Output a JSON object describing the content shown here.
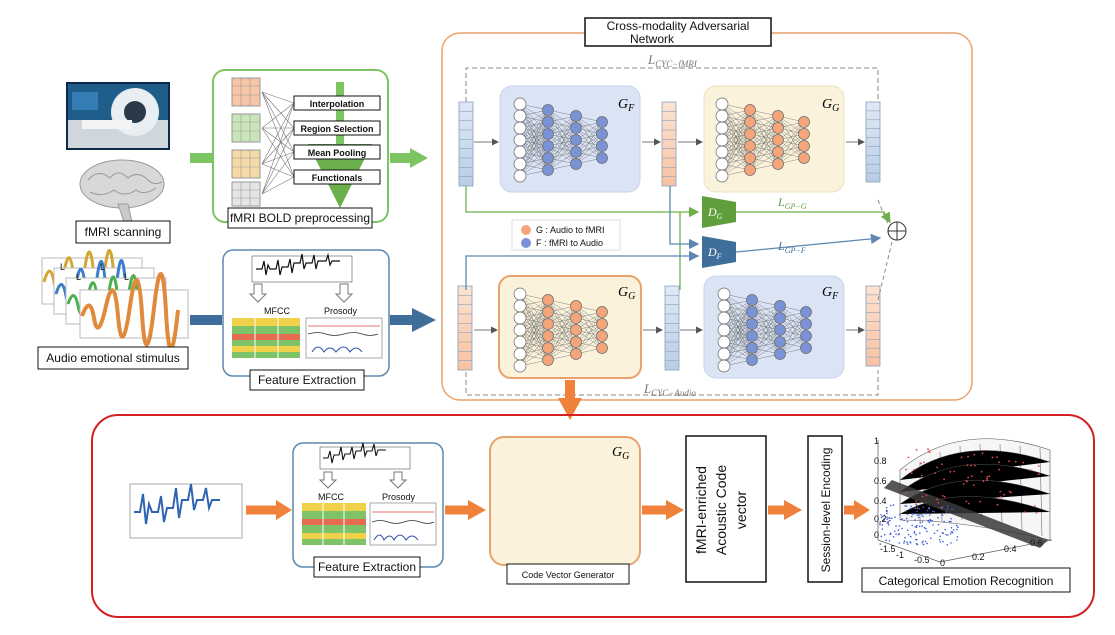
{
  "title": {
    "line1": "Cross-modality Adversarial",
    "line2": "Network"
  },
  "fmri": {
    "scanning_label": "fMRI scanning",
    "preprocessing_label": "fMRI BOLD preprocessing",
    "steps": [
      "Interpolation",
      "Region Selection",
      "Mean Pooling",
      "Functionals"
    ]
  },
  "audio": {
    "stimulus_label": "Audio emotional stimulus",
    "feature_extraction_label": "Feature Extraction",
    "mfcc_label": "MFCC",
    "prosody_label": "Prosody",
    "stacked_panel_letters": [
      "L",
      "L",
      "L",
      "L"
    ]
  },
  "network": {
    "gf": {
      "main": "G",
      "sub": "F"
    },
    "gg": {
      "main": "G",
      "sub": "G"
    },
    "dg": {
      "main": "D",
      "sub": "G"
    },
    "df": {
      "main": "D",
      "sub": "F"
    },
    "loss_cyc_fmri": {
      "main": "L",
      "sub": "CYC−fMRI"
    },
    "loss_cyc_audio": {
      "main": "L",
      "sub": "CYC−Audio"
    },
    "loss_gp_g": {
      "main": "L",
      "sub": "GP−G"
    },
    "loss_gp_f": {
      "main": "L",
      "sub": "GP−F"
    },
    "legend_g": "G : Audio to fMRI",
    "legend_f": "F : fMRI to Audio",
    "colors": {
      "orange": "#f5a57a",
      "blue": "#7b93d6",
      "green_disc": "#5f9e3a",
      "blue_disc": "#3f6e9a"
    }
  },
  "bottom": {
    "feature_extraction_label": "Feature Extraction",
    "mfcc_label": "MFCC",
    "prosody_label": "Prosody",
    "code_vector_generator_label": "Code Vector Generator",
    "code_vector_label": [
      "fMRI-enriched",
      "Acoustic Code",
      "vector"
    ],
    "session_encoding_label": "Session-level Encoding",
    "recognition_label": "Categorical Emotion Recognition",
    "plot_ticks": [
      "1",
      "0.8",
      "0.6",
      "0.4",
      "0.2",
      "0",
      "-1.5",
      "-1",
      "-0.5",
      "0",
      "0.2",
      "0.4",
      "0.6"
    ]
  }
}
